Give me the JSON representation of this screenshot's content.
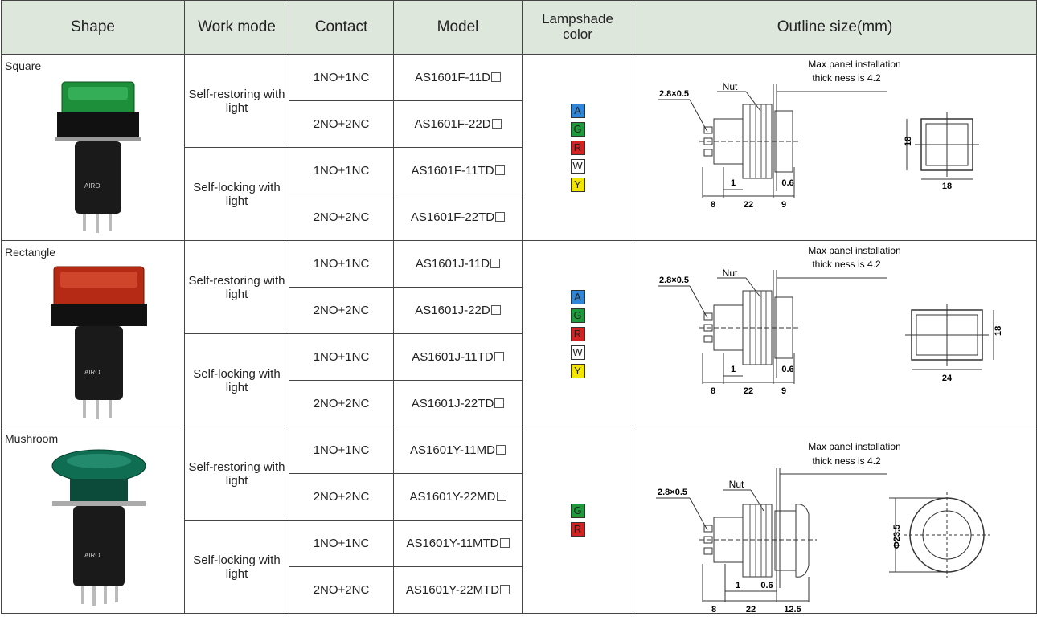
{
  "headers": {
    "shape": "Shape",
    "work_mode": "Work mode",
    "contact": "Contact",
    "model": "Model",
    "lampshade_color": "Lampshade color",
    "outline": "Outline size(mm)"
  },
  "groups": [
    {
      "shape": "Square",
      "modes": [
        {
          "label": "Self-restoring with light",
          "rows": [
            {
              "contact": "1NO+1NC",
              "model": "AS1601F-11D"
            },
            {
              "contact": "2NO+2NC",
              "model": "AS1601F-22D"
            }
          ]
        },
        {
          "label": "Self-locking with light",
          "rows": [
            {
              "contact": "1NO+1NC",
              "model": "AS1601F-11TD"
            },
            {
              "contact": "2NO+2NC",
              "model": "AS1601F-22TD"
            }
          ]
        }
      ],
      "colors": [
        "A",
        "G",
        "R",
        "W",
        "Y"
      ],
      "outline": {
        "panel_note_1": "Max panel installation",
        "panel_note_2": "thick ness is 4.2",
        "nut": "Nut",
        "pin": "2.8×0.5",
        "d1": "1",
        "d06": "0.6",
        "d8": "8",
        "d22": "22",
        "d9": "9",
        "front_h": "18",
        "front_w": "18"
      }
    },
    {
      "shape": "Rectangle",
      "modes": [
        {
          "label": "Self-restoring with light",
          "rows": [
            {
              "contact": "1NO+1NC",
              "model": "AS1601J-11D"
            },
            {
              "contact": "2NO+2NC",
              "model": "AS1601J-22D"
            }
          ]
        },
        {
          "label": "Self-locking with light",
          "rows": [
            {
              "contact": "1NO+1NC",
              "model": "AS1601J-11TD"
            },
            {
              "contact": "2NO+2NC",
              "model": "AS1601J-22TD"
            }
          ]
        }
      ],
      "colors": [
        "A",
        "G",
        "R",
        "W",
        "Y"
      ],
      "outline": {
        "panel_note_1": "Max panel installation",
        "panel_note_2": "thick ness is 4.2",
        "nut": "Nut",
        "pin": "2.8×0.5",
        "d1": "1",
        "d06": "0.6",
        "d8": "8",
        "d22": "22",
        "d9": "9",
        "front_h": "18",
        "front_w": "24"
      }
    },
    {
      "shape": "Mushroom",
      "modes": [
        {
          "label": "Self-restoring with light",
          "rows": [
            {
              "contact": "1NO+1NC",
              "model": "AS1601Y-11MD"
            },
            {
              "contact": "2NO+2NC",
              "model": "AS1601Y-22MD"
            }
          ]
        },
        {
          "label": "Self-locking with light",
          "rows": [
            {
              "contact": "1NO+1NC",
              "model": "AS1601Y-11MTD"
            },
            {
              "contact": "2NO+2NC",
              "model": "AS1601Y-22MTD"
            }
          ]
        }
      ],
      "colors": [
        "G",
        "R"
      ],
      "outline": {
        "panel_note_1": "Max panel installation",
        "panel_note_2": "thick ness is 4.2",
        "nut": "Nut",
        "pin": "2.8×0.5",
        "d1": "1",
        "d06": "0.6",
        "d8": "8",
        "d22": "22",
        "d125": "12.5",
        "front_d": "Φ23.5"
      }
    }
  ],
  "color_codes": {
    "A": "#2f86d6",
    "G": "#1f9a3a",
    "R": "#d42222",
    "W": "#ffffff",
    "Y": "#f2e600"
  },
  "product_colors": {
    "Square": "#1d8f3a",
    "Rectangle": "#b52a14",
    "Mushroom": "#0f6d52"
  }
}
